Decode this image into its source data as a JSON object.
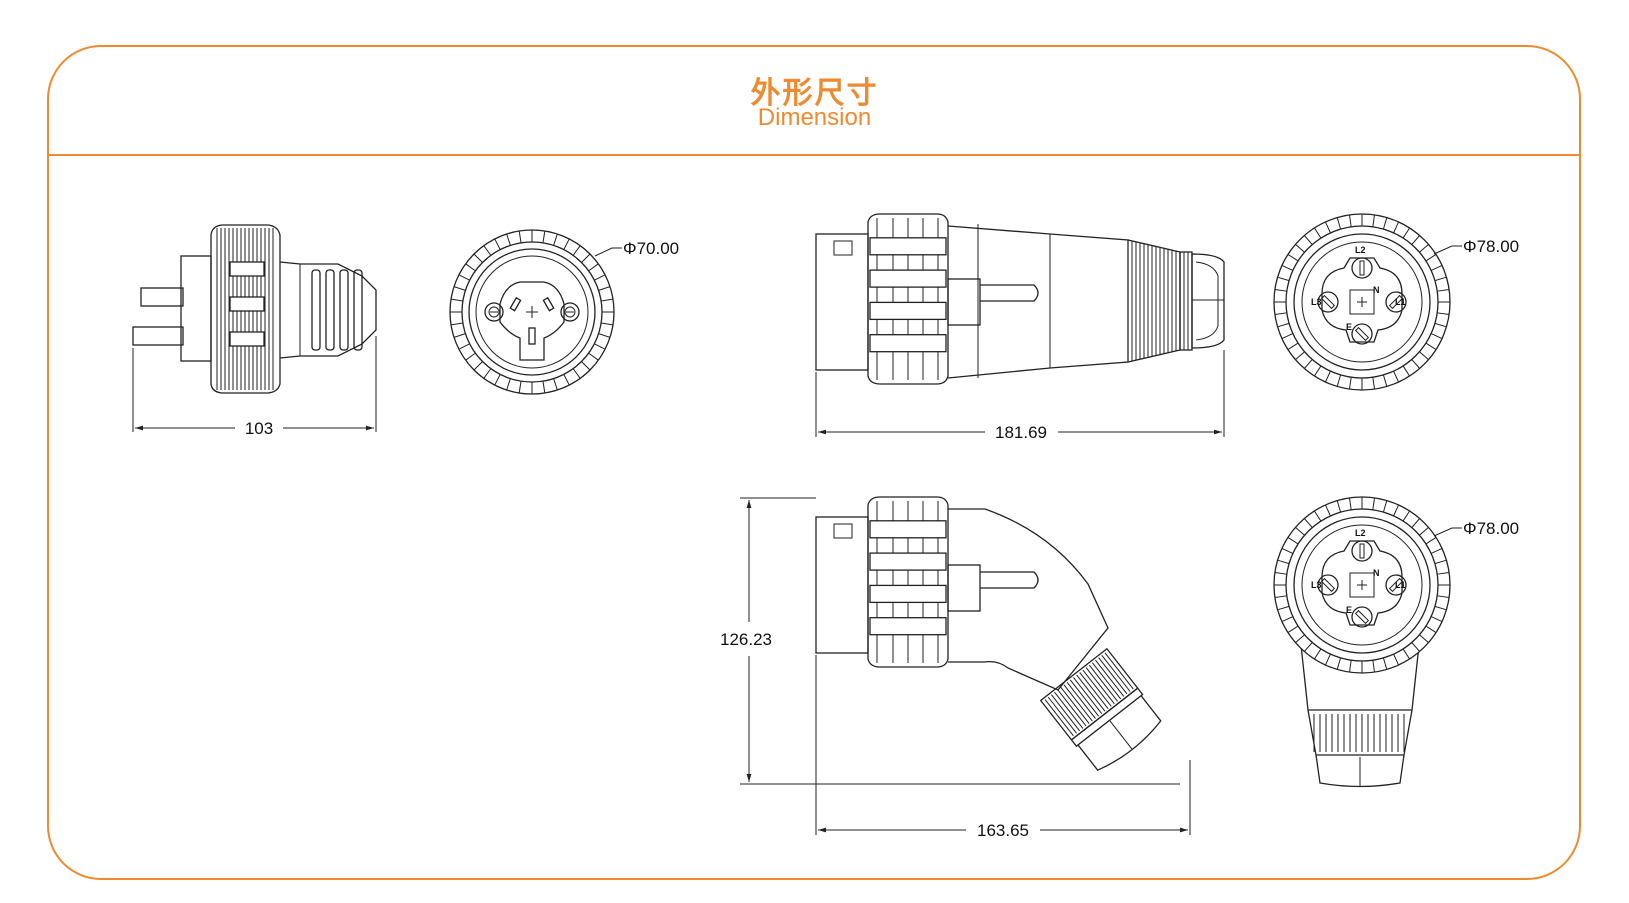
{
  "header": {
    "title_cn": "外形尺寸",
    "title_en": "Dimension"
  },
  "dimensions": {
    "plug_length": "103",
    "plug_diameter": "Φ70.00",
    "straight_length": "181.69",
    "straight_diameter": "Φ78.00",
    "angled_length": "163.65",
    "angled_height": "126.23",
    "angled_diameter": "Φ78.00"
  },
  "pin_labels": {
    "l1": "L1",
    "l2": "L2",
    "l3": "L3",
    "n": "N",
    "e": "E"
  },
  "colors": {
    "accent": "#f08a2e",
    "line": "#222222"
  }
}
